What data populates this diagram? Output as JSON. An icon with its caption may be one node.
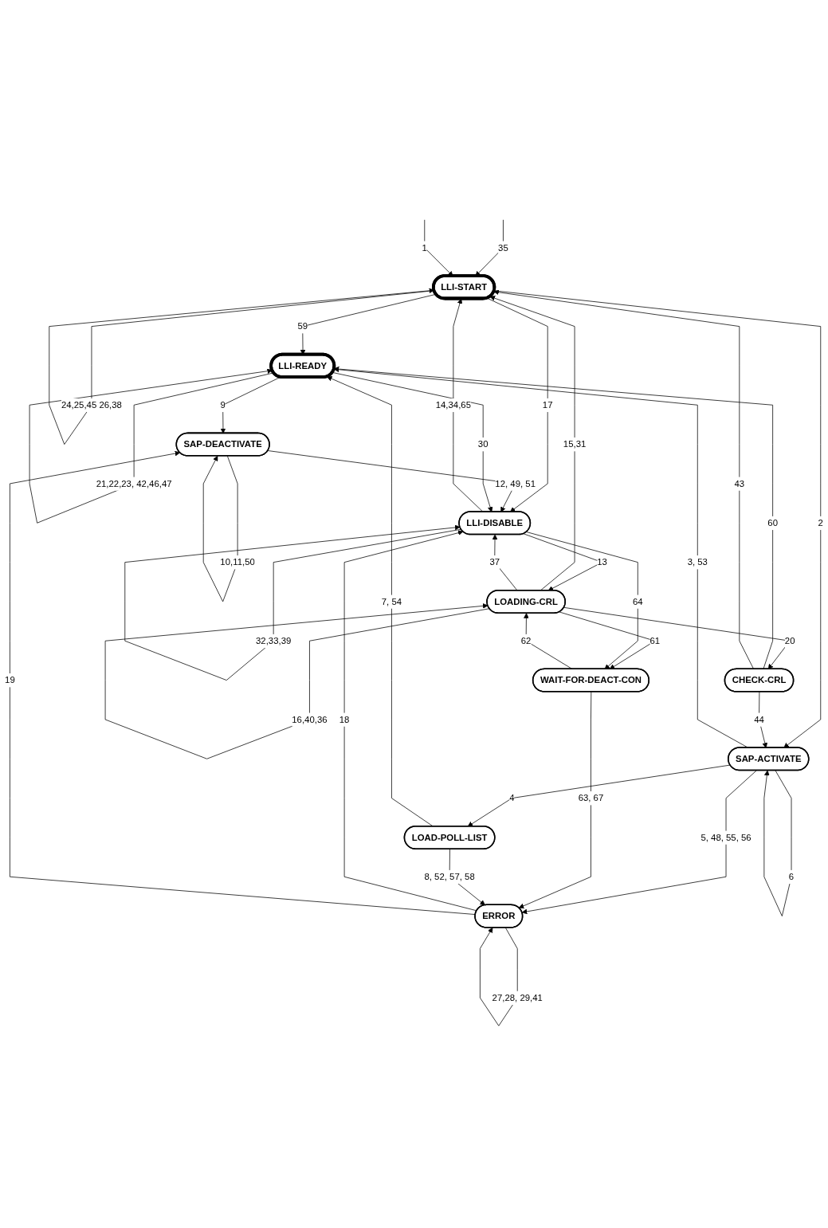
{
  "diagram": {
    "nodes": [
      {
        "text": [
          "LLI-START"
        ]
      },
      {
        "text": [
          "CHECK-CRL"
        ]
      },
      {
        "text": [
          "SAP-ACTIVATE"
        ]
      },
      {
        "text": [
          "LLI-DISABLE"
        ]
      },
      {
        "text": [
          "LOADING-CRL"
        ]
      },
      {
        "text": [
          "WAIT-FOR-DEACT-CON"
        ]
      },
      {
        "text": [
          "ERROR"
        ]
      },
      {
        "text": [
          "LOAD-POLL-LIST"
        ]
      },
      {
        "text": [
          "SAP-DEACTIVATE"
        ]
      },
      {
        "text": [
          "LLI-READY"
        ]
      }
    ],
    "edges": [
      {
        "from": null,
        "to": 0,
        "arrow": "to",
        "label": "35"
      },
      {
        "from": null,
        "to": 0,
        "arrow": "to",
        "label": "1"
      },
      {
        "from": 0,
        "to": 0,
        "arrow": "to",
        "label": "24,25,45 26,38"
      },
      {
        "from": 0,
        "to": 9,
        "arrow": "to",
        "label": "59"
      },
      {
        "from": 1,
        "to": 9,
        "arrow": "to",
        "label": "60"
      },
      {
        "from": 0,
        "to": 2,
        "arrow": "to",
        "label": "2"
      },
      {
        "from": 1,
        "to": 0,
        "arrow": "to",
        "label": "43"
      },
      {
        "from": 1,
        "to": 2,
        "arrow": "to",
        "label": "44"
      },
      {
        "from": 2,
        "to": 2,
        "arrow": "to",
        "label": "6"
      },
      {
        "from": 0,
        "to": 3,
        "arrow": "to",
        "label": "17"
      },
      {
        "from": 3,
        "to": 0,
        "arrow": "to",
        "label": "14,34,65"
      },
      {
        "from": 3,
        "to": 3,
        "arrow": "to",
        "label": "32,33,39"
      },
      {
        "from": 4,
        "to": 0,
        "arrow": "to",
        "label": "15,31"
      },
      {
        "from": 4,
        "to": 3,
        "arrow": "to",
        "label": "37"
      },
      {
        "from": 4,
        "to": 1,
        "arrow": "to",
        "label": "20"
      },
      {
        "from": 3,
        "to": 4,
        "arrow": "to",
        "label": "13"
      },
      {
        "from": 4,
        "to": 4,
        "arrow": "to",
        "label": "16,40,36"
      },
      {
        "from": 4,
        "to": 5,
        "arrow": "to",
        "label": "61"
      },
      {
        "from": 5,
        "to": 4,
        "arrow": "to",
        "label": "62"
      },
      {
        "from": 3,
        "to": 5,
        "arrow": "to",
        "label": "64"
      },
      {
        "from": 2,
        "to": 6,
        "arrow": "to",
        "label": "5, 48, 55, 56"
      },
      {
        "from": 2,
        "to": 9,
        "arrow": "to",
        "label": "3, 53"
      },
      {
        "from": 2,
        "to": 7,
        "arrow": "to",
        "label": "4"
      },
      {
        "from": 5,
        "to": 6,
        "arrow": "to",
        "label": "63, 67"
      },
      {
        "from": 6,
        "to": 6,
        "arrow": "to",
        "label": "27,28, 29,41"
      },
      {
        "from": 6,
        "to": 3,
        "arrow": "to",
        "label": "18"
      },
      {
        "from": 6,
        "to": 8,
        "arrow": "to",
        "label": "19"
      },
      {
        "from": 7,
        "to": 6,
        "arrow": "to",
        "label": "8, 52, 57, 58"
      },
      {
        "from": 7,
        "to": 9,
        "arrow": "to",
        "label": "7, 54"
      },
      {
        "from": 9,
        "to": 9,
        "arrow": "to",
        "label": "21,22,23, 42,46,47"
      },
      {
        "from": 9,
        "to": 8,
        "arrow": "to",
        "label": "9"
      },
      {
        "from": 8,
        "to": 8,
        "arrow": "to",
        "label": "10,11,50"
      },
      {
        "from": 8,
        "to": 3,
        "arrow": "to",
        "label": "12, 49, 51"
      },
      {
        "from": 9,
        "to": 3,
        "arrow": "to",
        "label": "30"
      }
    ]
  }
}
